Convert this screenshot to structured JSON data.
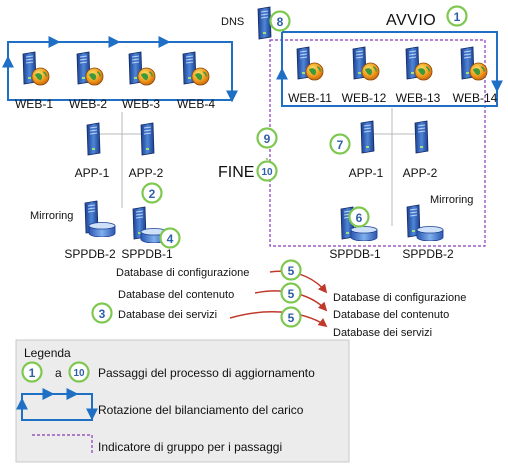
{
  "dns_label": "DNS",
  "start_label": "AVVIO",
  "end_label": "FINE",
  "farm_left": {
    "web_servers": [
      "WEB-1",
      "WEB-2",
      "WEB-3",
      "WEB-4"
    ],
    "app_servers": [
      "APP-1",
      "APP-2"
    ],
    "mirroring_label": "Mirroring",
    "db_servers": [
      "SPPDB-2",
      "SPPDB-1"
    ]
  },
  "farm_right": {
    "web_servers": [
      "WEB-11",
      "WEB-12",
      "WEB-13",
      "WEB-14"
    ],
    "app_servers": [
      "APP-1",
      "APP-2"
    ],
    "mirroring_label": "Mirroring",
    "db_servers": [
      "SPPDB-1",
      "SPPDB-2"
    ]
  },
  "databases_source": [
    "Database di configurazione",
    "Database del contenuto",
    "Database dei servizi"
  ],
  "databases_target": [
    "Database di configurazione",
    "Database del contenuto",
    "Database dei servizi"
  ],
  "steps": {
    "s1": "1",
    "s2": "2",
    "s3": "3",
    "s4": "4",
    "s5a": "5",
    "s5b": "5",
    "s5c": "5",
    "s6": "6",
    "s7": "7",
    "s8": "8",
    "s9": "9",
    "s10": "10"
  },
  "legend": {
    "title": "Legenda",
    "step_from": "1",
    "step_connector": "a",
    "step_to": "10",
    "steps_text": "Passaggi del processo di aggiornamento",
    "rotation_text": "Rotazione del bilanciamento del carico",
    "group_text": "Indicatore di gruppo per i passaggi"
  },
  "colors": {
    "step_green": "#7ec850",
    "step_number": "#2f5fa8",
    "arrow_blue": "#1f6fc5",
    "group_purple": "#8a3ab9",
    "migrate_red": "#c0392b",
    "legend_bg": "#ececec"
  }
}
